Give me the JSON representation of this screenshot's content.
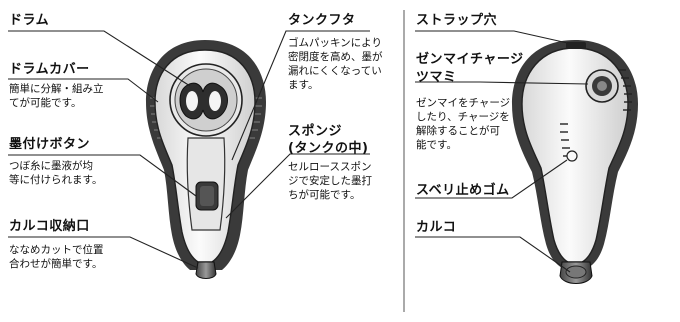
{
  "left_panel": {
    "drum": {
      "title": "ドラム"
    },
    "drum_cover": {
      "title": "ドラムカバー",
      "desc": [
        "簡単に分解・組み立",
        "てが可能です。"
      ]
    },
    "marking_button": {
      "title": "墨付けボタン",
      "desc": [
        "つぼ糸に墨液が均",
        "等に付けられます。"
      ]
    },
    "hook_storage": {
      "title": "カルコ収納口",
      "desc": [
        "ななめカットで位置",
        "合わせが簡単です。"
      ]
    },
    "tank_lid": {
      "title": "タンクフタ",
      "desc": [
        "ゴムパッキンにより",
        "密閉度を高め、墨が",
        "漏れにくくなってい",
        "ます。"
      ]
    },
    "sponge": {
      "title": "スポンジ",
      "title2": "(タンクの中)",
      "desc": [
        "セルローススポン",
        "ジで安定した墨打",
        "ちが可能です。"
      ]
    }
  },
  "right_panel": {
    "strap_hole": {
      "title": "ストラップ穴"
    },
    "spring_knob": {
      "title": "ゼンマイチャージ",
      "title2": "ツマミ",
      "desc": [
        "ゼンマイをチャージ",
        "したり、チャージを",
        "解除することが可",
        "能です。"
      ]
    },
    "non_slip_rubber": {
      "title": "スベリ止めゴム"
    },
    "hook": {
      "title": "カルコ"
    }
  },
  "colors": {
    "line": "#222222",
    "body": "#f2f2f2",
    "dark": "#3a3a3a",
    "divider": "#555555"
  }
}
